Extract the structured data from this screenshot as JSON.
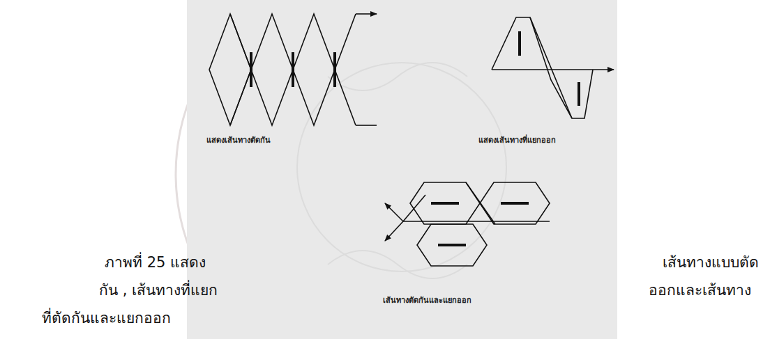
{
  "diagram": {
    "labels": [
      "แสดงเส้นทางตัดกัน",
      "แสดงเส้นทางที่แยกออก",
      "เส้นทางตัดกันและแยกออก",
      "ภาพที่ 25 แสดง",
      "กัน , เส้นทางที่แยก",
      "ที่ตัดกันและแยกออก",
      "เส้นทางแบบตัด",
      "ออกและเส้นทาง"
    ]
  }
}
